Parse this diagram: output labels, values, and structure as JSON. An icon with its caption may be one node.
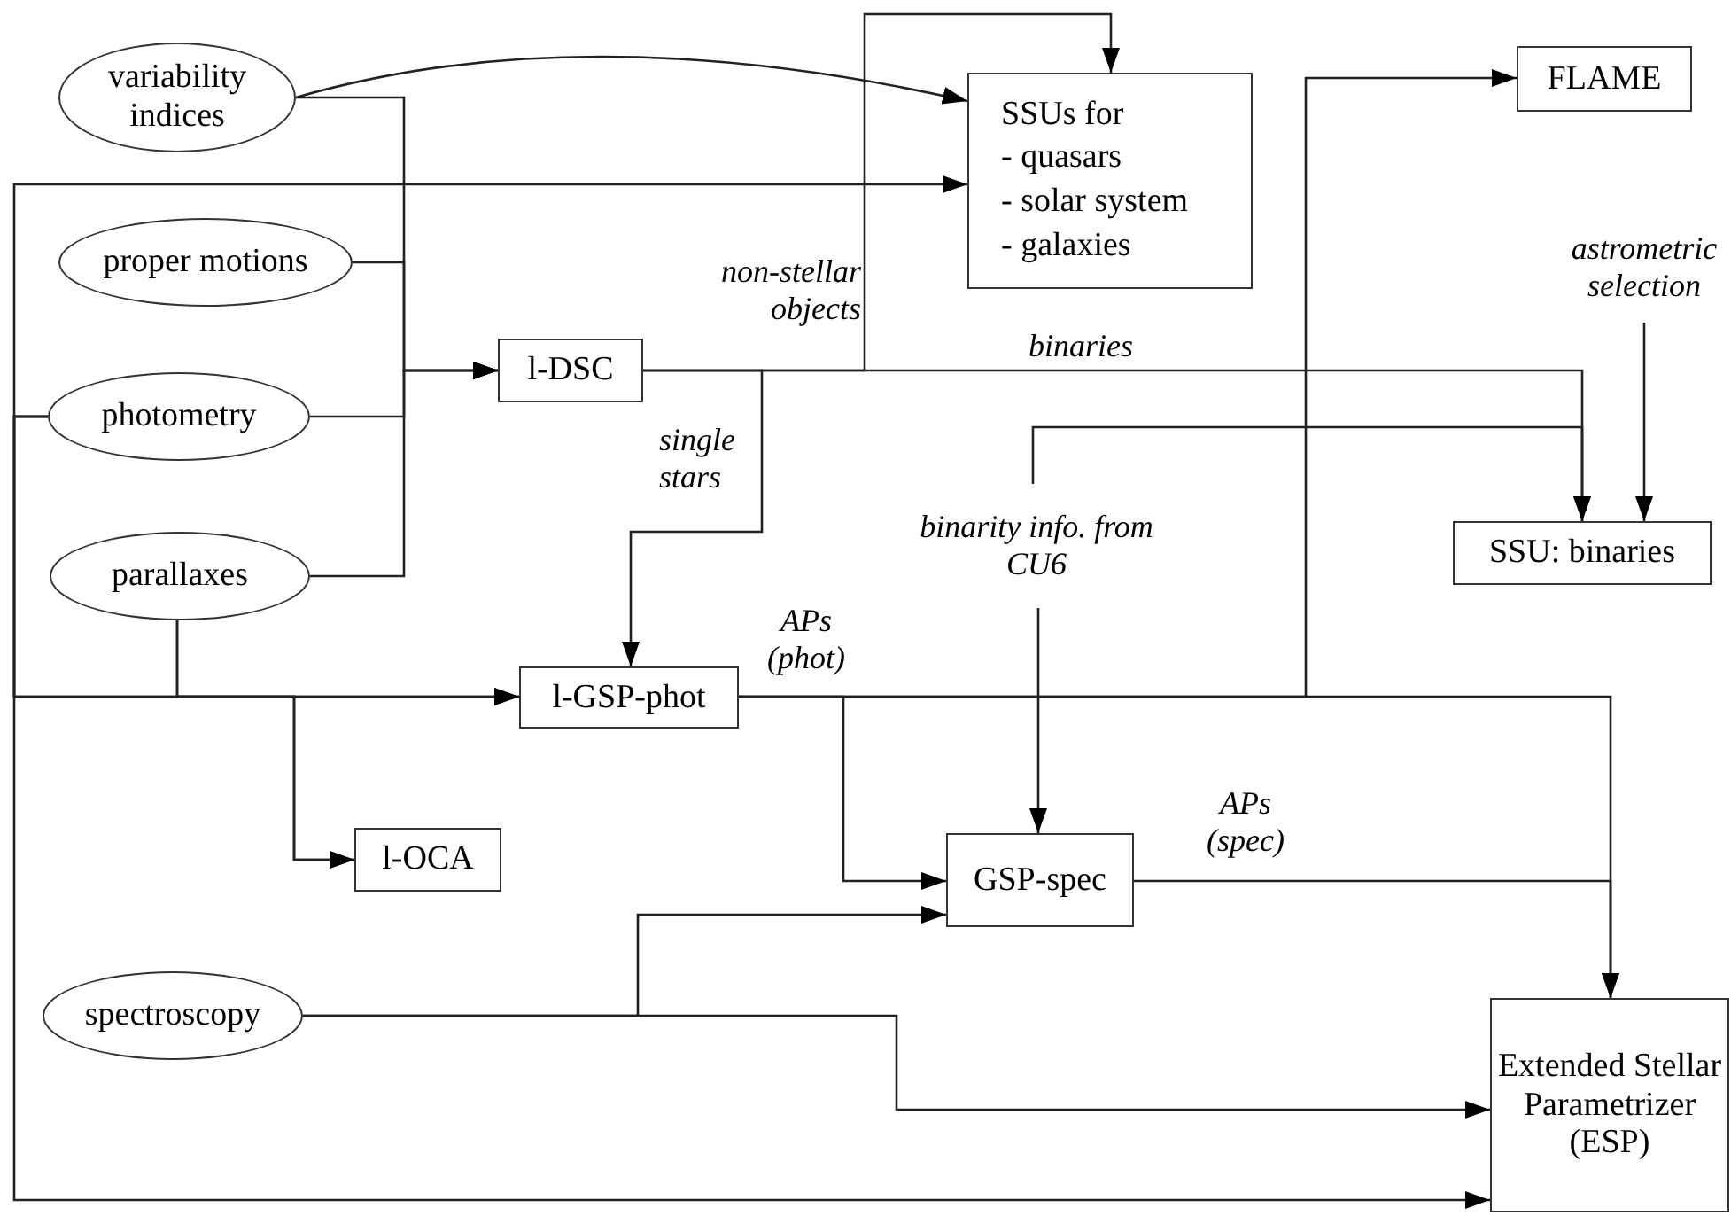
{
  "diagram": {
    "nodes": [
      {
        "text": [
          "variability indices"
        ]
      },
      {
        "text": [
          "SSUs for",
          "- quasars",
          "- solar system",
          "- galaxies"
        ]
      },
      {
        "text": [
          "FLAME"
        ]
      },
      {
        "text": [
          "proper motions"
        ]
      },
      {
        "text": [
          "photometry"
        ]
      },
      {
        "text": [
          "l-DSC"
        ]
      },
      {
        "text": [
          "parallaxes"
        ]
      },
      {
        "text": [
          "SSU: binaries"
        ]
      },
      {
        "text": [
          "binarity info. from CU6"
        ]
      },
      {
        "text": [
          "astrometric selection"
        ]
      },
      {
        "text": [
          "l-GSP-phot"
        ]
      },
      {
        "text": [
          "l-OCA"
        ]
      },
      {
        "text": [
          "GSP-spec"
        ]
      },
      {
        "text": [
          "spectroscopy"
        ]
      },
      {
        "text": [
          "Extended Stellar Parametrizer (ESP)"
        ]
      }
    ],
    "edges": [
      {
        "from": 0,
        "to": 1,
        "arrow": "to"
      },
      {
        "from": 0,
        "to": 5,
        "arrow": "to"
      },
      {
        "from": 3,
        "to": 5,
        "arrow": "to"
      },
      {
        "from": 4,
        "to": 5,
        "arrow": "to"
      },
      {
        "from": 6,
        "to": 5,
        "arrow": "to"
      },
      {
        "from": 4,
        "to": 1,
        "arrow": "to"
      },
      {
        "from": 4,
        "to": 10,
        "arrow": "to"
      },
      {
        "from": 4,
        "to": 14,
        "arrow": "to"
      },
      {
        "from": 6,
        "to": 10,
        "arrow": "to"
      },
      {
        "from": 4,
        "to": 11,
        "arrow": "to"
      },
      {
        "from": 6,
        "to": 11,
        "arrow": "to"
      },
      {
        "from": 5,
        "to": 1,
        "arrow": "to",
        "label": "non-stellar objects"
      },
      {
        "from": 5,
        "to": 7,
        "arrow": "to",
        "label": "binaries"
      },
      {
        "from": 5,
        "to": 10,
        "arrow": "to",
        "label": "single stars"
      },
      {
        "from": 8,
        "to": 7,
        "arrow": "to"
      },
      {
        "from": 8,
        "to": 12,
        "arrow": "to"
      },
      {
        "from": 9,
        "to": 7,
        "arrow": "to"
      },
      {
        "from": 10,
        "to": 2,
        "arrow": "to"
      },
      {
        "from": 10,
        "to": 12,
        "arrow": "to"
      },
      {
        "from": 10,
        "to": 14,
        "arrow": "to",
        "label": "APs (phot)"
      },
      {
        "from": 12,
        "to": 14,
        "arrow": "to",
        "label": "APs (spec)"
      },
      {
        "from": 13,
        "to": 12,
        "arrow": "to"
      },
      {
        "from": 13,
        "to": 14,
        "arrow": "to"
      }
    ]
  }
}
